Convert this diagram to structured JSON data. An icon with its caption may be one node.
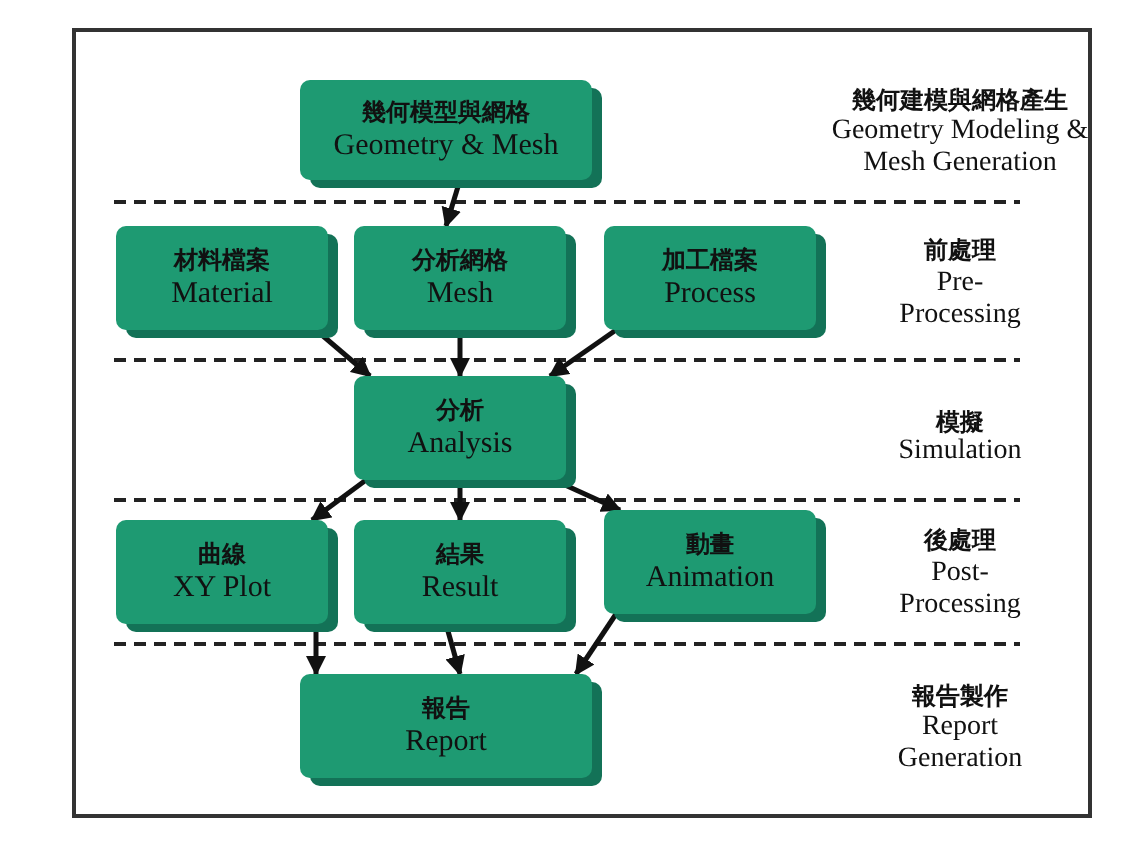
{
  "diagram": {
    "nodes": [
      {
        "text": [
          "幾何模型與網格",
          "Geometry & Mesh"
        ]
      },
      {
        "text": [
          "材料檔案",
          "Material"
        ]
      },
      {
        "text": [
          "分析網格",
          "Mesh"
        ]
      },
      {
        "text": [
          "加工檔案",
          "Process"
        ]
      },
      {
        "text": [
          "分析",
          "Analysis"
        ]
      },
      {
        "text": [
          "曲線",
          "XY Plot"
        ]
      },
      {
        "text": [
          "結果",
          "Result"
        ]
      },
      {
        "text": [
          "動畫",
          "Animation"
        ]
      },
      {
        "text": [
          "報告",
          "Report"
        ]
      }
    ],
    "edges": [
      {
        "from": 0,
        "to": 2,
        "arrow": "to"
      },
      {
        "from": 1,
        "to": 4,
        "arrow": "to"
      },
      {
        "from": 2,
        "to": 4,
        "arrow": "to"
      },
      {
        "from": 3,
        "to": 4,
        "arrow": "to"
      },
      {
        "from": 4,
        "to": 5,
        "arrow": "to"
      },
      {
        "from": 4,
        "to": 6,
        "arrow": "to"
      },
      {
        "from": 4,
        "to": 7,
        "arrow": "to"
      },
      {
        "from": 5,
        "to": 8,
        "arrow": "to"
      },
      {
        "from": 6,
        "to": 8,
        "arrow": "to"
      },
      {
        "from": 7,
        "to": 8,
        "arrow": "to"
      }
    ],
    "labels": [
      "幾何建模與網格產生",
      "Geometry Modeling & Mesh Generation",
      "前處理",
      "Pre-Processing",
      "模擬",
      "Simulation",
      "後處理",
      "Post-Processing",
      "報告製作",
      "Report Generation"
    ]
  }
}
